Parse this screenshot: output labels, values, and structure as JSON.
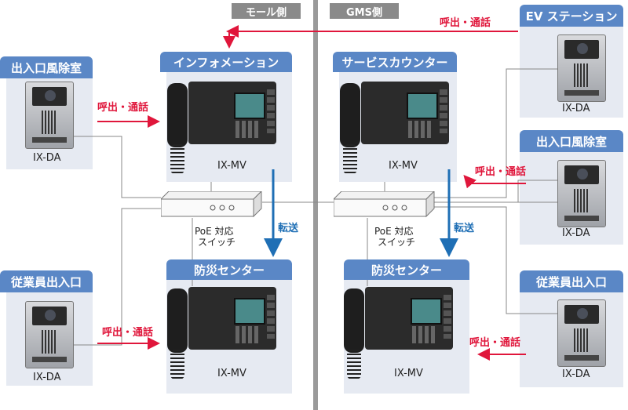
{
  "sides": {
    "mall": "モール側",
    "gms": "GMS側"
  },
  "stations": {
    "info": {
      "title": "インフォメーション",
      "model": "IX-MV"
    },
    "service": {
      "title": "サービスカウンター",
      "model": "IX-MV"
    },
    "bousai_left": {
      "title": "防災センター",
      "model": "IX-MV"
    },
    "bousai_right": {
      "title": "防災センター",
      "model": "IX-MV"
    },
    "door_left_top": {
      "title": "出入口風除室",
      "model": "IX-DA"
    },
    "door_left_bottom": {
      "title": "従業員出入口",
      "model": "IX-DA"
    },
    "ev": {
      "title": "EV ステーション",
      "model": "IX-DA"
    },
    "door_right_mid": {
      "title": "出入口風除室",
      "model": "IX-DA"
    },
    "door_right_bottom": {
      "title": "従業員出入口",
      "model": "IX-DA"
    }
  },
  "arrows": {
    "call_left_top": "呼出・通話",
    "call_left_bottom": "呼出・通話",
    "call_ev": "呼出・通話",
    "call_right_mid": "呼出・通話",
    "call_right_bottom": "呼出・通話",
    "transfer_left": "転送",
    "transfer_right": "転送"
  },
  "switches": {
    "left": {
      "line1": "PoE 対応",
      "line2": "スイッチ"
    },
    "right": {
      "line1": "PoE 対応",
      "line2": "スイッチ"
    }
  },
  "colors": {
    "header": "#5a87c6",
    "panel": "#e6eaf2",
    "call": "#e0163b",
    "transfer": "#1f6fb5",
    "divider": "#9a9a9a"
  }
}
